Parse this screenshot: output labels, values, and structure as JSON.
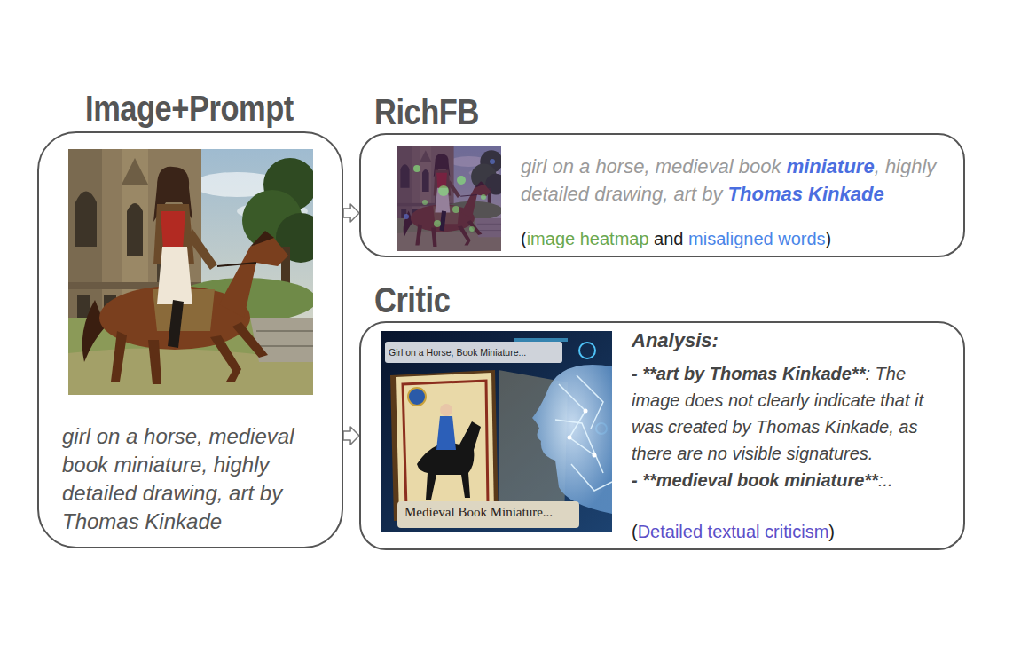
{
  "diagram": {
    "nodes": [
      {
        "text": [
          "Image+Prompt",
          "girl on a horse, medieval book miniature, highly detailed drawing, art by Thomas Kinkade"
        ]
      },
      {
        "text": [
          "RichFB",
          "girl on a horse, medieval book ",
          "miniature",
          ", highly detailed drawing, art by ",
          "Thomas Kinkade",
          "(",
          "image heatmap",
          " and ",
          "misaligned words",
          ")"
        ]
      },
      {
        "text": [
          "Critic",
          "Analysis:",
          "- **art by Thomas Kinkade**",
          ": The image does not clearly indicate that it was created by Thomas Kinkade, as there are no visible signatures.",
          "- **medieval book miniature**",
          ":..",
          "(",
          "Detailed textual criticism",
          ")"
        ]
      }
    ],
    "edges": [
      {
        "from": 0,
        "to": 1,
        "arrow": "to"
      },
      {
        "from": 0,
        "to": 2,
        "arrow": "to"
      }
    ],
    "labels": [
      "Girl on a Horse, Book Miniature...",
      "Medieval Book Miniature..."
    ]
  }
}
